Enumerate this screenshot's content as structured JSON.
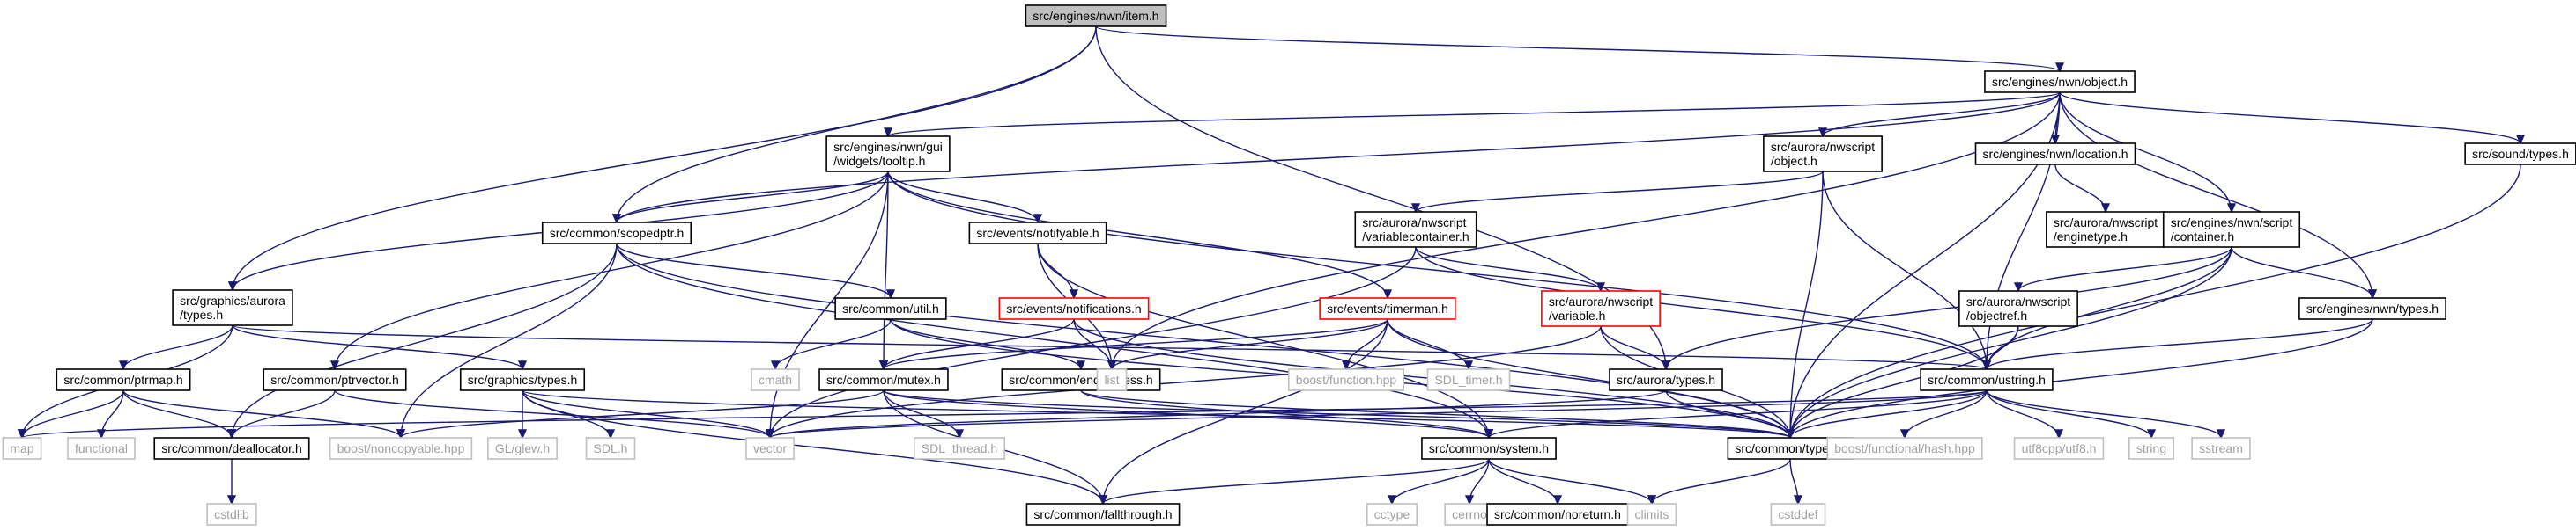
{
  "colors": {
    "edge": "#191970",
    "box_normal": "#000000",
    "box_truncated": "#ff0000",
    "box_system": "#bfbfbf",
    "text_system": "#a0a0a0",
    "root_fill": "#bfbfbf"
  },
  "nodes": [
    {
      "id": "root",
      "lines": [
        "src/engines/nwn/item.h"
      ],
      "kind": "root"
    },
    {
      "id": "nwn_object",
      "lines": [
        "src/engines/nwn/object.h"
      ],
      "kind": "normal"
    },
    {
      "id": "aurora_types",
      "lines": [
        "src/graphics/aurora",
        "/types.h"
      ],
      "kind": "normal"
    },
    {
      "id": "scopedptr",
      "lines": [
        "src/common/scopedptr.h"
      ],
      "kind": "normal"
    },
    {
      "id": "tooltip",
      "lines": [
        "src/engines/nwn/gui",
        "/widgets/tooltip.h"
      ],
      "kind": "normal"
    },
    {
      "id": "nwscript_object",
      "lines": [
        "src/aurora/nwscript",
        "/object.h"
      ],
      "kind": "normal"
    },
    {
      "id": "nwn_location",
      "lines": [
        "src/engines/nwn/location.h"
      ],
      "kind": "normal"
    },
    {
      "id": "sound_types",
      "lines": [
        "src/sound/types.h"
      ],
      "kind": "normal"
    },
    {
      "id": "enginetype",
      "lines": [
        "src/aurora/nwscript",
        "/enginetype.h"
      ],
      "kind": "normal"
    },
    {
      "id": "variablecontainer",
      "lines": [
        "src/aurora/nwscript",
        "/variablecontainer.h"
      ],
      "kind": "normal"
    },
    {
      "id": "script_container",
      "lines": [
        "src/engines/nwn/script",
        "/container.h"
      ],
      "kind": "normal"
    },
    {
      "id": "notifyable",
      "lines": [
        "src/events/notifyable.h"
      ],
      "kind": "normal"
    },
    {
      "id": "util",
      "lines": [
        "src/common/util.h"
      ],
      "kind": "normal"
    },
    {
      "id": "notifications",
      "lines": [
        "src/events/notifications.h"
      ],
      "kind": "truncated"
    },
    {
      "id": "timerman",
      "lines": [
        "src/events/timerman.h"
      ],
      "kind": "truncated"
    },
    {
      "id": "variable",
      "lines": [
        "src/aurora/nwscript",
        "/variable.h"
      ],
      "kind": "truncated"
    },
    {
      "id": "objectref",
      "lines": [
        "src/aurora/nwscript",
        "/objectref.h"
      ],
      "kind": "normal"
    },
    {
      "id": "nwn_types",
      "lines": [
        "src/engines/nwn/types.h"
      ],
      "kind": "normal"
    },
    {
      "id": "ustring",
      "lines": [
        "src/common/ustring.h"
      ],
      "kind": "normal"
    },
    {
      "id": "ptrmap",
      "lines": [
        "src/common/ptrmap.h"
      ],
      "kind": "normal"
    },
    {
      "id": "ptrvector",
      "lines": [
        "src/common/ptrvector.h"
      ],
      "kind": "normal"
    },
    {
      "id": "graphics_types",
      "lines": [
        "src/graphics/types.h"
      ],
      "kind": "normal"
    },
    {
      "id": "cmath",
      "lines": [
        "cmath"
      ],
      "kind": "system"
    },
    {
      "id": "mutex",
      "lines": [
        "src/common/mutex.h"
      ],
      "kind": "normal"
    },
    {
      "id": "endianness",
      "lines": [
        "src/common/endianness.h"
      ],
      "kind": "normal"
    },
    {
      "id": "list",
      "lines": [
        "list"
      ],
      "kind": "system"
    },
    {
      "id": "boost_function",
      "lines": [
        "boost/function.hpp"
      ],
      "kind": "system"
    },
    {
      "id": "sdl_timer",
      "lines": [
        "SDL_timer.h"
      ],
      "kind": "system"
    },
    {
      "id": "aurora_types2",
      "lines": [
        "src/aurora/types.h"
      ],
      "kind": "normal"
    },
    {
      "id": "map",
      "lines": [
        "map"
      ],
      "kind": "system"
    },
    {
      "id": "functional",
      "lines": [
        "functional"
      ],
      "kind": "system"
    },
    {
      "id": "deallocator",
      "lines": [
        "src/common/deallocator.h"
      ],
      "kind": "normal"
    },
    {
      "id": "noncopyable",
      "lines": [
        "boost/noncopyable.hpp"
      ],
      "kind": "system"
    },
    {
      "id": "glew",
      "lines": [
        "GL/glew.h"
      ],
      "kind": "system"
    },
    {
      "id": "sdl",
      "lines": [
        "SDL.h"
      ],
      "kind": "system"
    },
    {
      "id": "vector",
      "lines": [
        "vector"
      ],
      "kind": "system"
    },
    {
      "id": "sdl_thread",
      "lines": [
        "SDL_thread.h"
      ],
      "kind": "system"
    },
    {
      "id": "system",
      "lines": [
        "src/common/system.h"
      ],
      "kind": "normal"
    },
    {
      "id": "common_types",
      "lines": [
        "src/common/types.h"
      ],
      "kind": "normal"
    },
    {
      "id": "boost_hash",
      "lines": [
        "boost/functional/hash.hpp"
      ],
      "kind": "system"
    },
    {
      "id": "utf8",
      "lines": [
        "utf8cpp/utf8.h"
      ],
      "kind": "system"
    },
    {
      "id": "string",
      "lines": [
        "string"
      ],
      "kind": "system"
    },
    {
      "id": "sstream",
      "lines": [
        "sstream"
      ],
      "kind": "system"
    },
    {
      "id": "cstdlib",
      "lines": [
        "cstdlib"
      ],
      "kind": "system"
    },
    {
      "id": "cctype",
      "lines": [
        "cctype"
      ],
      "kind": "system"
    },
    {
      "id": "cerrno",
      "lines": [
        "cerrno"
      ],
      "kind": "system"
    },
    {
      "id": "noreturn",
      "lines": [
        "src/common/noreturn.h"
      ],
      "kind": "normal"
    },
    {
      "id": "climits",
      "lines": [
        "climits"
      ],
      "kind": "system"
    },
    {
      "id": "cstddef",
      "lines": [
        "cstddef"
      ],
      "kind": "system"
    },
    {
      "id": "fallthrough",
      "lines": [
        "src/common/fallthrough.h"
      ],
      "kind": "normal"
    }
  ],
  "edges": [
    [
      "root",
      "nwn_object"
    ],
    [
      "root",
      "aurora_types"
    ],
    [
      "root",
      "scopedptr"
    ],
    [
      "root",
      "aurora_types2"
    ],
    [
      "nwn_object",
      "tooltip"
    ],
    [
      "nwn_object",
      "scopedptr"
    ],
    [
      "nwn_object",
      "nwscript_object"
    ],
    [
      "nwn_object",
      "nwn_location"
    ],
    [
      "nwn_object",
      "sound_types"
    ],
    [
      "nwn_object",
      "script_container"
    ],
    [
      "nwn_object",
      "nwn_types"
    ],
    [
      "nwn_object",
      "ustring"
    ],
    [
      "nwn_object",
      "list"
    ],
    [
      "nwn_object",
      "common_types"
    ],
    [
      "tooltip",
      "scopedptr"
    ],
    [
      "tooltip",
      "aurora_types"
    ],
    [
      "tooltip",
      "notifyable"
    ],
    [
      "tooltip",
      "timerman"
    ],
    [
      "tooltip",
      "mutex"
    ],
    [
      "tooltip",
      "ptrvector"
    ],
    [
      "tooltip",
      "vector"
    ],
    [
      "tooltip",
      "ustring"
    ],
    [
      "scopedptr",
      "util"
    ],
    [
      "scopedptr",
      "deallocator"
    ],
    [
      "scopedptr",
      "noncopyable"
    ],
    [
      "scopedptr",
      "system"
    ],
    [
      "scopedptr",
      "common_types"
    ],
    [
      "nwscript_object",
      "variablecontainer"
    ],
    [
      "nwscript_object",
      "ustring"
    ],
    [
      "nwscript_object",
      "common_types"
    ],
    [
      "nwn_location",
      "enginetype"
    ],
    [
      "sound_types",
      "common_types"
    ],
    [
      "variablecontainer",
      "variable"
    ],
    [
      "variablecontainer",
      "ustring"
    ],
    [
      "variablecontainer",
      "vector"
    ],
    [
      "script_container",
      "objectref"
    ],
    [
      "script_container",
      "nwn_types"
    ],
    [
      "script_container",
      "ustring"
    ],
    [
      "script_container",
      "aurora_types2"
    ],
    [
      "script_container",
      "common_types"
    ],
    [
      "notifyable",
      "notifications"
    ],
    [
      "notifyable",
      "list"
    ],
    [
      "notifyable",
      "system"
    ],
    [
      "util",
      "cmath"
    ],
    [
      "util",
      "endianness"
    ],
    [
      "util",
      "common_types"
    ],
    [
      "notifications",
      "mutex"
    ],
    [
      "notifications",
      "list"
    ],
    [
      "notifications",
      "common_types"
    ],
    [
      "timerman",
      "list"
    ],
    [
      "timerman",
      "boost_function"
    ],
    [
      "timerman",
      "sdl_timer"
    ],
    [
      "timerman",
      "mutex"
    ],
    [
      "timerman",
      "common_types"
    ],
    [
      "timerman",
      "fallthrough"
    ],
    [
      "variable",
      "aurora_types2"
    ],
    [
      "variable",
      "vector"
    ],
    [
      "variable",
      "common_types"
    ],
    [
      "objectref",
      "ustring"
    ],
    [
      "objectref",
      "common_types"
    ],
    [
      "nwn_types",
      "ustring"
    ],
    [
      "nwn_types",
      "common_types"
    ],
    [
      "aurora_types",
      "ptrmap"
    ],
    [
      "aurora_types",
      "graphics_types"
    ],
    [
      "aurora_types",
      "map"
    ],
    [
      "aurora_types",
      "ustring"
    ],
    [
      "ptrmap",
      "map"
    ],
    [
      "ptrmap",
      "functional"
    ],
    [
      "ptrmap",
      "deallocator"
    ],
    [
      "ptrmap",
      "noncopyable"
    ],
    [
      "ptrvector",
      "deallocator"
    ],
    [
      "ptrvector",
      "vector"
    ],
    [
      "graphics_types",
      "glew"
    ],
    [
      "graphics_types",
      "sdl"
    ],
    [
      "graphics_types",
      "vector"
    ],
    [
      "graphics_types",
      "common_types"
    ],
    [
      "graphics_types",
      "fallthrough"
    ],
    [
      "mutex",
      "sdl_thread"
    ],
    [
      "mutex",
      "noncopyable"
    ],
    [
      "mutex",
      "system"
    ],
    [
      "mutex",
      "fallthrough"
    ],
    [
      "mutex",
      "common_types"
    ],
    [
      "endianness",
      "system"
    ],
    [
      "endianness",
      "common_types"
    ],
    [
      "aurora_types2",
      "common_types"
    ],
    [
      "aurora_types2",
      "vector"
    ],
    [
      "ustring",
      "map"
    ],
    [
      "ustring",
      "system"
    ],
    [
      "ustring",
      "common_types"
    ],
    [
      "ustring",
      "boost_hash"
    ],
    [
      "ustring",
      "utf8"
    ],
    [
      "ustring",
      "string"
    ],
    [
      "ustring",
      "sstream"
    ],
    [
      "ustring",
      "vector"
    ],
    [
      "deallocator",
      "cstdlib"
    ],
    [
      "system",
      "cctype"
    ],
    [
      "system",
      "cerrno"
    ],
    [
      "system",
      "noreturn"
    ],
    [
      "system",
      "climits"
    ],
    [
      "system",
      "fallthrough"
    ],
    [
      "common_types",
      "climits"
    ],
    [
      "common_types",
      "cstddef"
    ]
  ]
}
